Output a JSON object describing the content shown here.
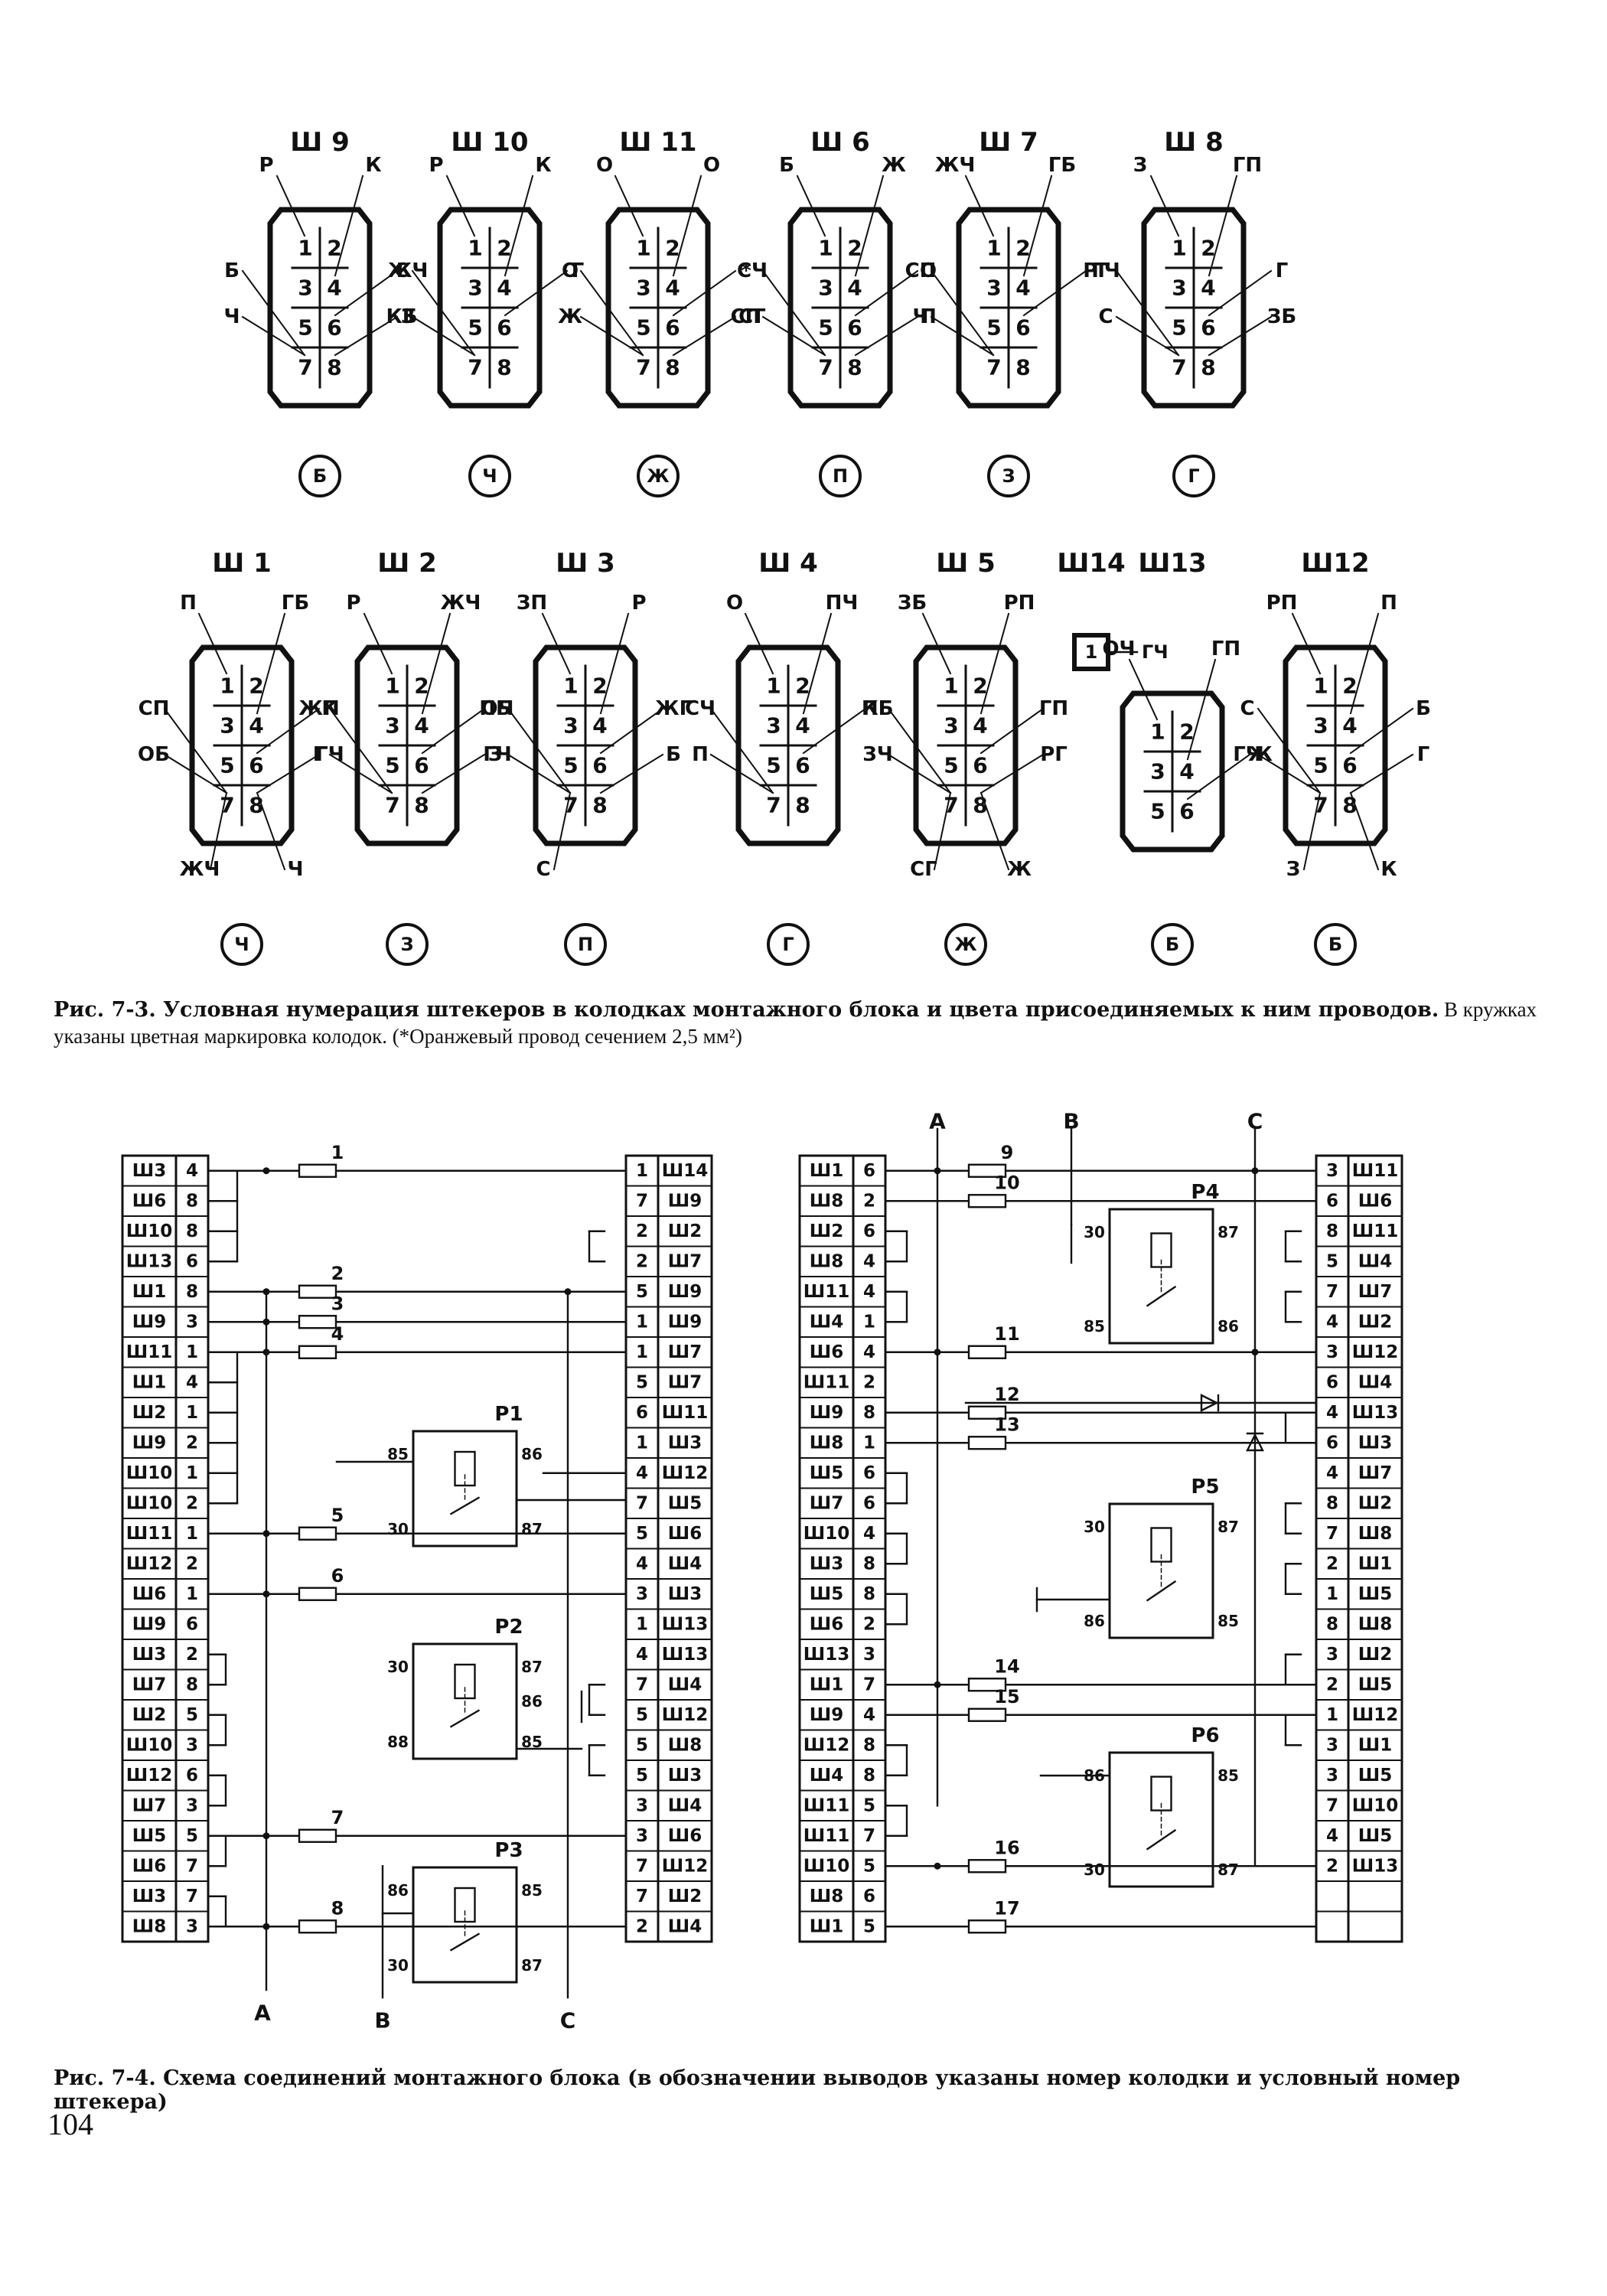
{
  "page_number": "104",
  "fig3": {
    "caption_bold": "Рис. 7-3. Условная нумерация штекеров в колодках монтажного блока и цвета присоединяемых к ним проводов.",
    "caption_rest_1": " В кружках",
    "caption_rest_2": "указаны цветная маркировка колодок. (*Оранжевый провод сечением 2,5 мм²)",
    "top_row": [
      {
        "name": "Ш 9",
        "color": "Б",
        "labels": [
          "Р",
          "К",
          "ЖЧ",
          "Б",
          "Ч",
          "З"
        ]
      },
      {
        "name": "Ш 10",
        "color": "Ч",
        "labels": [
          "Р",
          "К",
          "Г",
          "С",
          "КБ"
        ]
      },
      {
        "name": "Ш 11",
        "color": "Ж",
        "labels": [
          "О",
          "О",
          "*",
          "О",
          "Ж",
          "СП"
        ]
      },
      {
        "name": "Ш 6",
        "color": "П",
        "labels": [
          "Б",
          "Ж",
          "О",
          "СЧ",
          "СГ",
          "П"
        ]
      },
      {
        "name": "Ш 7",
        "color": "З",
        "labels": [
          "ЖЧ",
          "ГБ",
          "РГ",
          "СП",
          "Ч"
        ]
      },
      {
        "name": "Ш 8",
        "color": "Г",
        "labels": [
          "З",
          "ГП",
          "Г",
          "ГЧ",
          "С",
          "ЗБ"
        ]
      }
    ],
    "bottom_row": [
      {
        "name": "Ш 1",
        "color": "Ч",
        "labels": [
          "П",
          "ГБ",
          "К",
          "СП",
          "ОБ",
          "ГЧ",
          "ЖЧ",
          "Ч"
        ]
      },
      {
        "name": "Ш 2",
        "color": "З",
        "labels": [
          "Р",
          "ЖЧ",
          "ПБ",
          "ЖП",
          "Г",
          "З"
        ]
      },
      {
        "name": "Ш 3",
        "color": "П",
        "labels": [
          "ЗП",
          "Р",
          "ЖГ",
          "ОЧ",
          "ГЧ",
          "Б",
          "С"
        ]
      },
      {
        "name": "Ш 4",
        "color": "Г",
        "labels": [
          "О",
          "ПЧ",
          "ПГ",
          "СЧ",
          "П"
        ]
      },
      {
        "name": "Ш 5",
        "color": "Ж",
        "labels": [
          "ЗБ",
          "РП",
          "ГП",
          "КБ",
          "ЗЧ",
          "РГ",
          "СГ",
          "Ж"
        ]
      },
      {
        "name": "Ш14",
        "color": "",
        "labels": [
          "ГЧ"
        ]
      },
      {
        "name": "Ш13",
        "color": "Б",
        "labels": [
          "ОЧ",
          "ГП",
          "Ж"
        ]
      },
      {
        "name": "Ш12",
        "color": "Б",
        "labels": [
          "РП",
          "П",
          "Б",
          "С",
          "ГЧ",
          "Г",
          "З",
          "К"
        ]
      }
    ]
  },
  "fig4": {
    "caption_bold": "Рис. 7-4. Схема соединений монтажного блока (в обозначении выводов указаны номер колодки и условный номер штекера)",
    "left_in": [
      [
        "Ш3",
        "4"
      ],
      [
        "Ш6",
        "8"
      ],
      [
        "Ш10",
        "8"
      ],
      [
        "Ш13",
        "6"
      ],
      [
        "Ш1",
        "8"
      ],
      [
        "Ш9",
        "3"
      ],
      [
        "Ш11",
        "1"
      ],
      [
        "Ш1",
        "4"
      ],
      [
        "Ш2",
        "1"
      ],
      [
        "Ш9",
        "2"
      ],
      [
        "Ш10",
        "1"
      ],
      [
        "Ш10",
        "2"
      ],
      [
        "Ш11",
        "1"
      ],
      [
        "Ш12",
        "2"
      ],
      [
        "Ш6",
        "1"
      ],
      [
        "Ш9",
        "6"
      ],
      [
        "Ш3",
        "2"
      ],
      [
        "Ш7",
        "8"
      ],
      [
        "Ш2",
        "5"
      ],
      [
        "Ш10",
        "3"
      ],
      [
        "Ш12",
        "6"
      ],
      [
        "Ш7",
        "3"
      ],
      [
        "Ш5",
        "5"
      ],
      [
        "Ш6",
        "7"
      ],
      [
        "Ш3",
        "7"
      ],
      [
        "Ш8",
        "3"
      ]
    ],
    "left_out": [
      [
        "1",
        "Ш14"
      ],
      [
        "7",
        "Ш9"
      ],
      [
        "2",
        "Ш2"
      ],
      [
        "2",
        "Ш7"
      ],
      [
        "5",
        "Ш9"
      ],
      [
        "1",
        "Ш9"
      ],
      [
        "1",
        "Ш7"
      ],
      [
        "5",
        "Ш7"
      ],
      [
        "6",
        "Ш11"
      ],
      [
        "1",
        "Ш3"
      ],
      [
        "4",
        "Ш12"
      ],
      [
        "7",
        "Ш5"
      ],
      [
        "5",
        "Ш6"
      ],
      [
        "4",
        "Ш4"
      ],
      [
        "3",
        "Ш3"
      ],
      [
        "1",
        "Ш13"
      ],
      [
        "4",
        "Ш13"
      ],
      [
        "7",
        "Ш4"
      ],
      [
        "5",
        "Ш12"
      ],
      [
        "5",
        "Ш8"
      ],
      [
        "5",
        "Ш3"
      ],
      [
        "3",
        "Ш4"
      ],
      [
        "3",
        "Ш6"
      ],
      [
        "7",
        "Ш12"
      ],
      [
        "7",
        "Ш2"
      ],
      [
        "2",
        "Ш4"
      ]
    ],
    "right_in": [
      [
        "Ш1",
        "6"
      ],
      [
        "Ш8",
        "2"
      ],
      [
        "Ш2",
        "6"
      ],
      [
        "Ш8",
        "4"
      ],
      [
        "Ш11",
        "4"
      ],
      [
        "Ш4",
        "1"
      ],
      [
        "Ш6",
        "4"
      ],
      [
        "Ш11",
        "2"
      ],
      [
        "Ш9",
        "8"
      ],
      [
        "Ш8",
        "1"
      ],
      [
        "Ш5",
        "6"
      ],
      [
        "Ш7",
        "6"
      ],
      [
        "Ш10",
        "4"
      ],
      [
        "Ш3",
        "8"
      ],
      [
        "Ш5",
        "8"
      ],
      [
        "Ш6",
        "2"
      ],
      [
        "Ш13",
        "3"
      ],
      [
        "Ш1",
        "7"
      ],
      [
        "Ш9",
        "4"
      ],
      [
        "Ш12",
        "8"
      ],
      [
        "Ш4",
        "8"
      ],
      [
        "Ш11",
        "5"
      ],
      [
        "Ш11",
        "7"
      ],
      [
        "Ш10",
        "5"
      ],
      [
        "Ш8",
        "6"
      ],
      [
        "Ш1",
        "5"
      ]
    ],
    "right_out": [
      [
        "3",
        "Ш11"
      ],
      [
        "6",
        "Ш6"
      ],
      [
        "8",
        "Ш11"
      ],
      [
        "5",
        "Ш4"
      ],
      [
        "7",
        "Ш7"
      ],
      [
        "4",
        "Ш2"
      ],
      [
        "3",
        "Ш12"
      ],
      [
        "6",
        "Ш4"
      ],
      [
        "4",
        "Ш13"
      ],
      [
        "6",
        "Ш3"
      ],
      [
        "4",
        "Ш7"
      ],
      [
        "8",
        "Ш2"
      ],
      [
        "7",
        "Ш8"
      ],
      [
        "2",
        "Ш1"
      ],
      [
        "1",
        "Ш5"
      ],
      [
        "8",
        "Ш8"
      ],
      [
        "3",
        "Ш2"
      ],
      [
        "2",
        "Ш5"
      ],
      [
        "1",
        "Ш12"
      ],
      [
        "3",
        "Ш1"
      ],
      [
        "3",
        "Ш5"
      ],
      [
        "7",
        "Ш10"
      ],
      [
        "4",
        "Ш5"
      ],
      [
        "2",
        "Ш13"
      ],
      [
        "",
        ""
      ],
      [
        "",
        ""
      ]
    ],
    "fuses_left": [
      "1",
      "2",
      "3",
      "4",
      "5",
      "6",
      "7",
      "8"
    ],
    "fuses_right": [
      "9",
      "10",
      "11",
      "12",
      "13",
      "14",
      "15",
      "16",
      "17"
    ],
    "relays": [
      {
        "name": "Р1",
        "t1": "85",
        "t2": "86",
        "t3": "30",
        "t4": "87"
      },
      {
        "name": "Р2",
        "t1": "30",
        "t2": "87",
        "t3": "88",
        "t4": "85",
        "t5": "86"
      },
      {
        "name": "Р3",
        "t1": "86",
        "t2": "85",
        "t3": "30",
        "t4": "87"
      },
      {
        "name": "Р4",
        "t1": "30",
        "t2": "87",
        "t3": "85",
        "t4": "86"
      },
      {
        "name": "Р5",
        "t1": "30",
        "t2": "87",
        "t3": "86",
        "t4": "85"
      },
      {
        "name": "Р6",
        "t1": "86",
        "t2": "85",
        "t3": "30",
        "t4": "87"
      }
    ],
    "bus_labels": {
      "a": "А",
      "b": "В",
      "c": "С"
    }
  }
}
